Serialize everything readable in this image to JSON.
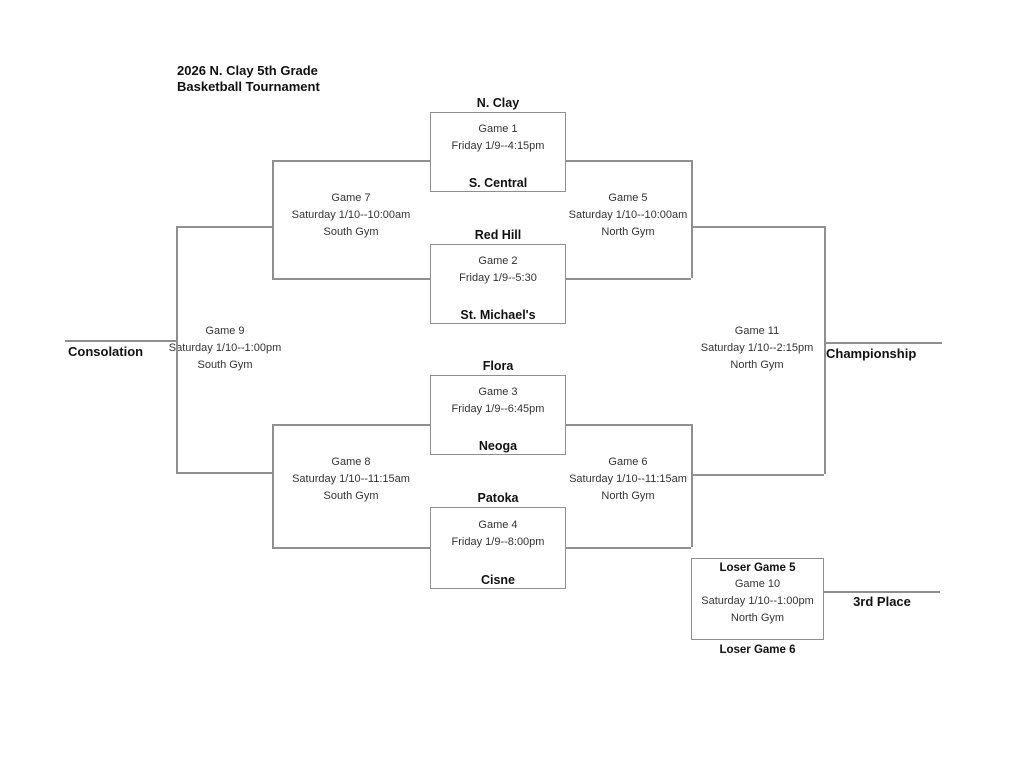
{
  "title": {
    "line1": "2026 N. Clay 5th Grade",
    "line2": "Basketball Tournament"
  },
  "colors": {
    "line": "#8f8f8f",
    "text": "#1a1a1a",
    "background": "#ffffff"
  },
  "bracket": {
    "round1": [
      {
        "top_team": "N. Clay",
        "bottom_team": "S. Central",
        "label": "Game 1",
        "schedule": "Friday 1/9--4:15pm"
      },
      {
        "top_team": "Red Hill",
        "bottom_team": "St. Michael's",
        "label": "Game 2",
        "schedule": "Friday 1/9--5:30"
      },
      {
        "top_team": "Flora",
        "bottom_team": "Neoga",
        "label": "Game 3",
        "schedule": "Friday 1/9--6:45pm"
      },
      {
        "top_team": "Patoka",
        "bottom_team": "Cisne",
        "label": "Game 4",
        "schedule": "Friday 1/9--8:00pm"
      }
    ],
    "round2": [
      {
        "label": "Game 7",
        "schedule": "Saturday 1/10--10:00am",
        "venue": "South Gym"
      },
      {
        "label": "Game 5",
        "schedule": "Saturday 1/10--10:00am",
        "venue": "North Gym"
      },
      {
        "label": "Game 8",
        "schedule": "Saturday 1/10--11:15am",
        "venue": "South Gym"
      },
      {
        "label": "Game 6",
        "schedule": "Saturday 1/10--11:15am",
        "venue": "North Gym"
      }
    ],
    "finals": {
      "consolation": {
        "label": "Game 9",
        "schedule": "Saturday 1/10--1:00pm",
        "venue": "South Gym",
        "title": "Consolation"
      },
      "championship": {
        "label": "Game 11",
        "schedule": "Saturday 1/10--2:15pm",
        "venue": "North Gym",
        "title": "Championship"
      }
    },
    "third_place": {
      "top_seed": "Loser Game 5",
      "label": "Game 10",
      "schedule": "Saturday 1/10--1:00pm",
      "venue": "North Gym",
      "bottom_seed": "Loser Game 6",
      "title": "3rd Place"
    }
  }
}
